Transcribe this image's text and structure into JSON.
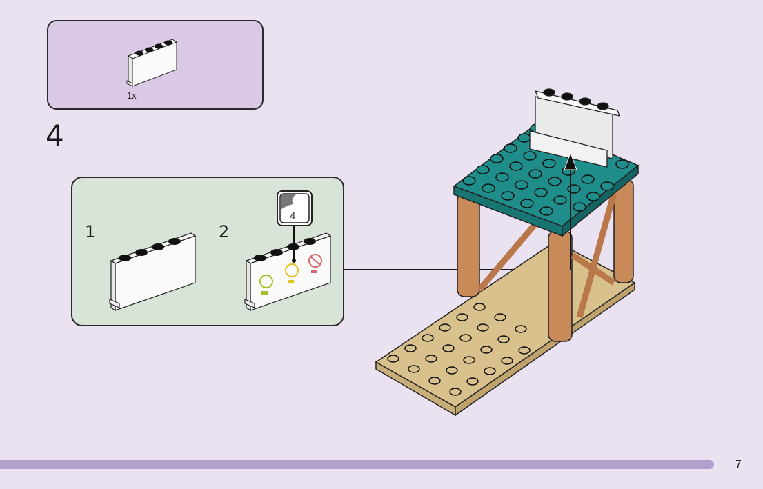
{
  "page": {
    "step_number": "4",
    "page_number": "7"
  },
  "parts_list": {
    "items": [
      {
        "part": "white-panel-1x4x2",
        "quantity": "1x"
      }
    ]
  },
  "sub_assembly": {
    "steps": [
      {
        "number": "1",
        "part": "white-panel-1x4x2"
      },
      {
        "number": "2",
        "part": "white-panel-with-sticker",
        "sticker_label": "4"
      }
    ]
  },
  "colors": {
    "background": "#ebe2f1",
    "parts_box": "#d9c9e5",
    "sub_box": "#d9e4d9",
    "footer_bar": "#b29fcd",
    "teal_plate": "#1f8d8a",
    "wood": "#c98a5a",
    "tan_plate": "#d8c18c"
  }
}
